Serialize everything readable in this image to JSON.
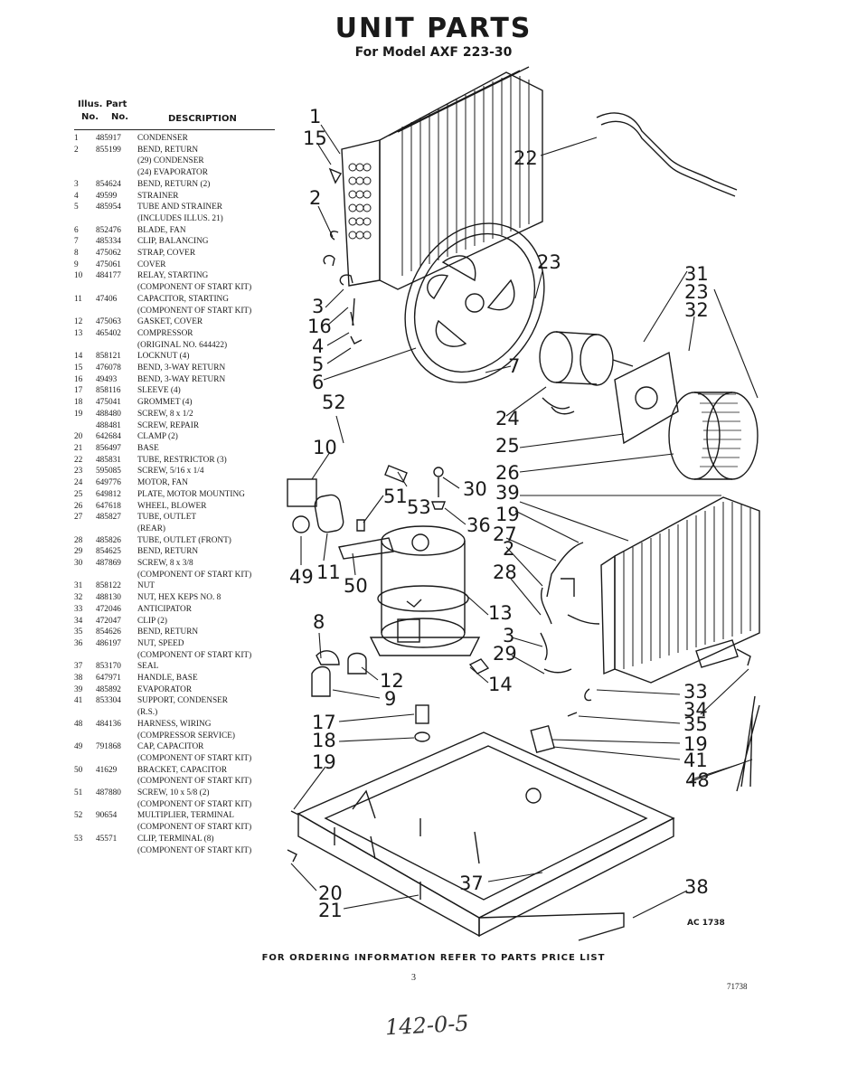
{
  "title": "UNIT PARTS",
  "subtitle": "For Model AXF 223-30",
  "header": {
    "col_illus": "Illus.",
    "col_part": "Part",
    "col_no": "No.",
    "col_no2": "No.",
    "col_description": "DESCRIPTION"
  },
  "parts": [
    [
      "1",
      "485917",
      "CONDENSER"
    ],
    [
      "2",
      "855199",
      "BEND, RETURN"
    ],
    [
      "",
      "",
      "(29) CONDENSER"
    ],
    [
      "",
      "",
      "(24) EVAPORATOR"
    ],
    [
      "3",
      "854624",
      "BEND, RETURN (2)"
    ],
    [
      "4",
      "49599",
      "STRAINER"
    ],
    [
      "5",
      "485954",
      "TUBE AND STRAINER"
    ],
    [
      "",
      "",
      "(INCLUDES ILLUS. 21)"
    ],
    [
      "6",
      "852476",
      "BLADE, FAN"
    ],
    [
      "7",
      "485334",
      "CLIP, BALANCING"
    ],
    [
      "8",
      "475062",
      "STRAP, COVER"
    ],
    [
      "9",
      "475061",
      "COVER"
    ],
    [
      "10",
      "484177",
      "RELAY, STARTING"
    ],
    [
      "",
      "",
      "(COMPONENT OF START KIT)"
    ],
    [
      "11",
      "47406",
      "CAPACITOR, STARTING"
    ],
    [
      "",
      "",
      "(COMPONENT OF START KIT)"
    ],
    [
      "12",
      "475063",
      "GASKET, COVER"
    ],
    [
      "13",
      "465402",
      "COMPRESSOR"
    ],
    [
      "",
      "",
      "(ORIGINAL NO. 644422)"
    ],
    [
      "14",
      "858121",
      "LOCKNUT (4)"
    ],
    [
      "15",
      "476078",
      "BEND, 3-WAY RETURN"
    ],
    [
      "16",
      "49493",
      "BEND, 3-WAY RETURN"
    ],
    [
      "17",
      "858116",
      "SLEEVE (4)"
    ],
    [
      "18",
      "475041",
      "GROMMET (4)"
    ],
    [
      "19",
      "488480",
      "SCREW, 8 x 1/2"
    ],
    [
      "",
      "488481",
      "SCREW, REPAIR"
    ],
    [
      "20",
      "642684",
      "CLAMP (2)"
    ],
    [
      "21",
      "856497",
      "BASE"
    ],
    [
      "22",
      "485831",
      "TUBE, RESTRICTOR (3)"
    ],
    [
      "23",
      "595085",
      "SCREW, 5/16 x 1/4"
    ],
    [
      "24",
      "649776",
      "MOTOR, FAN"
    ],
    [
      "25",
      "649812",
      "PLATE, MOTOR MOUNTING"
    ],
    [
      "26",
      "647618",
      "WHEEL, BLOWER"
    ],
    [
      "27",
      "485827",
      "TUBE, OUTLET"
    ],
    [
      "",
      "",
      "(REAR)"
    ],
    [
      "28",
      "485826",
      "TUBE, OUTLET (FRONT)"
    ],
    [
      "29",
      "854625",
      "BEND, RETURN"
    ],
    [
      "30",
      "487869",
      "SCREW, 8 x 3/8"
    ],
    [
      "",
      "",
      "(COMPONENT OF START KIT)"
    ],
    [
      "31",
      "858122",
      "NUT"
    ],
    [
      "32",
      "488130",
      "NUT, HEX KEPS NO. 8"
    ],
    [
      "33",
      "472046",
      "ANTICIPATOR"
    ],
    [
      "34",
      "472047",
      "CLIP (2)"
    ],
    [
      "35",
      "854626",
      "BEND, RETURN"
    ],
    [
      "36",
      "486197",
      "NUT, SPEED"
    ],
    [
      "",
      "",
      "(COMPONENT OF START KIT)"
    ],
    [
      "37",
      "853170",
      "SEAL"
    ],
    [
      "38",
      "647971",
      "HANDLE, BASE"
    ],
    [
      "39",
      "485892",
      "EVAPORATOR"
    ],
    [
      "41",
      "853304",
      "SUPPORT, CONDENSER"
    ],
    [
      "",
      "",
      "(R.S.)"
    ],
    [
      "48",
      "484136",
      "HARNESS, WIRING"
    ],
    [
      "",
      "",
      "(COMPRESSOR SERVICE)"
    ],
    [
      "49",
      "791868",
      "CAP, CAPACITOR"
    ],
    [
      "",
      "",
      "(COMPONENT OF START KIT)"
    ],
    [
      "50",
      "41629",
      "BRACKET, CAPACITOR"
    ],
    [
      "",
      "",
      "(COMPONENT OF START KIT)"
    ],
    [
      "51",
      "487880",
      "SCREW, 10 x 5/8 (2)"
    ],
    [
      "",
      "",
      "(COMPONENT OF START KIT)"
    ],
    [
      "52",
      "90654",
      "MULTIPLIER, TERMINAL"
    ],
    [
      "",
      "",
      "(COMPONENT OF START KIT)"
    ],
    [
      "53",
      "45571",
      "CLIP, TERMINAL (8)"
    ],
    [
      "",
      "",
      "(COMPONENT OF START KIT)"
    ]
  ],
  "callouts": {
    "c1": "1",
    "c15": "15",
    "c2a": "2",
    "c3a": "3",
    "c16": "16",
    "c4": "4",
    "c5": "5",
    "c6": "6",
    "c22": "22",
    "c23a": "23",
    "c31": "31",
    "c23b": "23",
    "c32": "32",
    "c7": "7",
    "c24": "24",
    "c52": "52",
    "c10": "10",
    "c25": "25",
    "c26": "26",
    "c30": "30",
    "c39": "39",
    "c51": "51",
    "c53": "53",
    "c36": "36",
    "c19a": "19",
    "c27": "27",
    "c2b": "2",
    "c28": "28",
    "c49": "49",
    "c11": "11",
    "c50": "50",
    "c13": "13",
    "c8": "8",
    "c3b": "3",
    "c29": "29",
    "c12": "12",
    "c14": "14",
    "c9": "9",
    "c33": "33",
    "c34": "34",
    "c35": "35",
    "c17": "17",
    "c19b": "19",
    "c18": "18",
    "c41": "41",
    "c19c": "19",
    "c48": "48",
    "c20": "20",
    "c37": "37",
    "c38": "38",
    "c21": "21"
  },
  "figure_code": "AC 1738",
  "footer": "FOR ORDERING INFORMATION REFER TO PARTS PRICE LIST",
  "page_number": "3",
  "doc_code": "71738",
  "handwritten": "142-0-5"
}
